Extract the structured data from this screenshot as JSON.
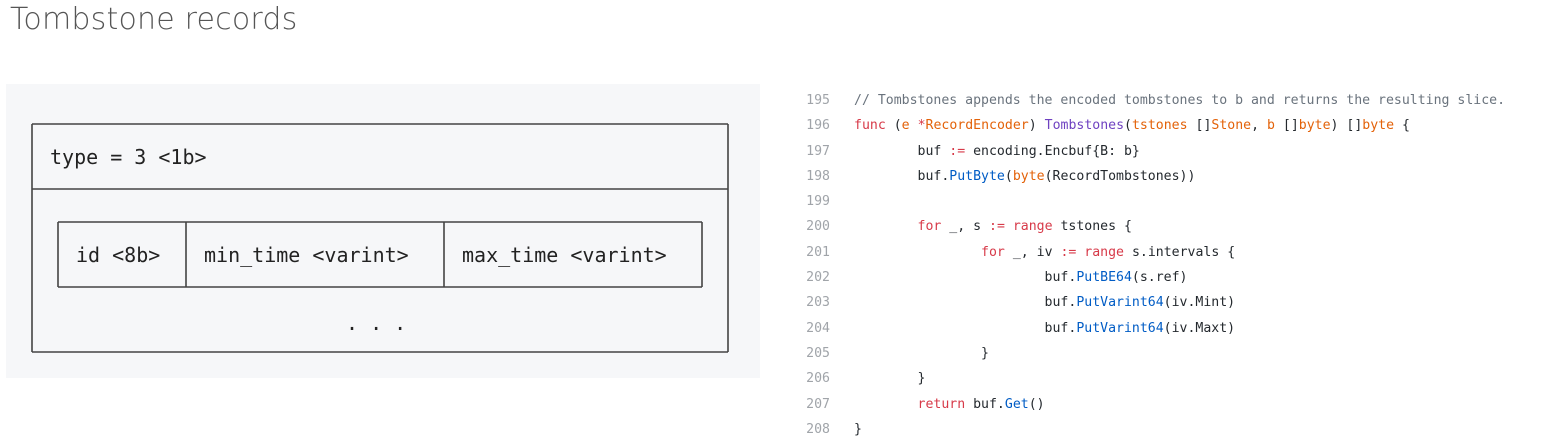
{
  "page": {
    "title": "Tombstone records"
  },
  "diagram": {
    "type_label": "type = 3 <1b>",
    "fields": [
      "id <8b>",
      "min_time <varint>",
      "max_time <varint>"
    ],
    "ellipsis": ". . ."
  },
  "code": {
    "lines": [
      {
        "number": "195",
        "tokens": [
          {
            "t": "// Tombstones appends the encoded tombstones to b and returns the resulting slice.",
            "c": "cmt"
          }
        ]
      },
      {
        "number": "196",
        "tokens": [
          {
            "t": "func",
            "c": "kw"
          },
          {
            "t": " (",
            "c": "plain"
          },
          {
            "t": "e",
            "c": "typ"
          },
          {
            "t": " ",
            "c": "plain"
          },
          {
            "t": "*",
            "c": "op"
          },
          {
            "t": "RecordEncoder",
            "c": "typ"
          },
          {
            "t": ") ",
            "c": "plain"
          },
          {
            "t": "Tombstones",
            "c": "fn"
          },
          {
            "t": "(",
            "c": "plain"
          },
          {
            "t": "tstones",
            "c": "typ"
          },
          {
            "t": " []",
            "c": "plain"
          },
          {
            "t": "Stone",
            "c": "typ"
          },
          {
            "t": ", ",
            "c": "plain"
          },
          {
            "t": "b",
            "c": "typ"
          },
          {
            "t": " []",
            "c": "plain"
          },
          {
            "t": "byte",
            "c": "typ"
          },
          {
            "t": ") []",
            "c": "plain"
          },
          {
            "t": "byte",
            "c": "typ"
          },
          {
            "t": " {",
            "c": "plain"
          }
        ]
      },
      {
        "number": "197",
        "tokens": [
          {
            "t": "        buf ",
            "c": "plain"
          },
          {
            "t": ":=",
            "c": "op"
          },
          {
            "t": " encoding.Encbuf{B: b}",
            "c": "plain"
          }
        ]
      },
      {
        "number": "198",
        "tokens": [
          {
            "t": "        buf.",
            "c": "plain"
          },
          {
            "t": "PutByte",
            "c": "call"
          },
          {
            "t": "(",
            "c": "plain"
          },
          {
            "t": "byte",
            "c": "typ"
          },
          {
            "t": "(RecordTombstones))",
            "c": "plain"
          }
        ]
      },
      {
        "number": "199",
        "tokens": []
      },
      {
        "number": "200",
        "tokens": [
          {
            "t": "        ",
            "c": "plain"
          },
          {
            "t": "for",
            "c": "kw"
          },
          {
            "t": " _, s ",
            "c": "plain"
          },
          {
            "t": ":=",
            "c": "op"
          },
          {
            "t": " ",
            "c": "plain"
          },
          {
            "t": "range",
            "c": "kw"
          },
          {
            "t": " tstones {",
            "c": "plain"
          }
        ]
      },
      {
        "number": "201",
        "tokens": [
          {
            "t": "                ",
            "c": "plain"
          },
          {
            "t": "for",
            "c": "kw"
          },
          {
            "t": " _, iv ",
            "c": "plain"
          },
          {
            "t": ":=",
            "c": "op"
          },
          {
            "t": " ",
            "c": "plain"
          },
          {
            "t": "range",
            "c": "kw"
          },
          {
            "t": " s.intervals {",
            "c": "plain"
          }
        ]
      },
      {
        "number": "202",
        "tokens": [
          {
            "t": "                        buf.",
            "c": "plain"
          },
          {
            "t": "PutBE64",
            "c": "call"
          },
          {
            "t": "(s.ref)",
            "c": "plain"
          }
        ]
      },
      {
        "number": "203",
        "tokens": [
          {
            "t": "                        buf.",
            "c": "plain"
          },
          {
            "t": "PutVarint64",
            "c": "call"
          },
          {
            "t": "(iv.Mint)",
            "c": "plain"
          }
        ]
      },
      {
        "number": "204",
        "tokens": [
          {
            "t": "                        buf.",
            "c": "plain"
          },
          {
            "t": "PutVarint64",
            "c": "call"
          },
          {
            "t": "(iv.Maxt)",
            "c": "plain"
          }
        ]
      },
      {
        "number": "205",
        "tokens": [
          {
            "t": "                }",
            "c": "plain"
          }
        ]
      },
      {
        "number": "206",
        "tokens": [
          {
            "t": "        }",
            "c": "plain"
          }
        ]
      },
      {
        "number": "207",
        "tokens": [
          {
            "t": "        ",
            "c": "plain"
          },
          {
            "t": "return",
            "c": "kw"
          },
          {
            "t": " buf.",
            "c": "plain"
          },
          {
            "t": "Get",
            "c": "call"
          },
          {
            "t": "()",
            "c": "plain"
          }
        ]
      },
      {
        "number": "208",
        "tokens": [
          {
            "t": "}",
            "c": "plain"
          }
        ]
      }
    ]
  }
}
